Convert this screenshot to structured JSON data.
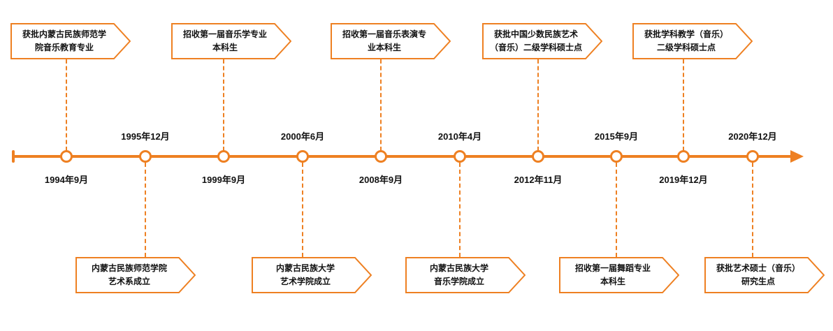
{
  "diagram": {
    "type": "timeline",
    "orientation": "horizontal",
    "accent_color": "#EE8022",
    "banner_fill": "#ffffff",
    "text_color": "#111111"
  },
  "timeline": {
    "events": [
      {
        "date": "1994年9月",
        "side": "top",
        "label": "获批内蒙古民族师范学\n院音乐教育专业"
      },
      {
        "date": "1995年12月",
        "side": "bottom",
        "label": "内蒙古民族师范学院\n艺术系成立"
      },
      {
        "date": "1999年9月",
        "side": "top",
        "label": "招收第一届音乐学专业\n本科生"
      },
      {
        "date": "2000年6月",
        "side": "bottom",
        "label": "内蒙古民族大学\n艺术学院成立"
      },
      {
        "date": "2008年9月",
        "side": "top",
        "label": "招收第一届音乐表演专\n业本科生"
      },
      {
        "date": "2010年4月",
        "side": "bottom",
        "label": "内蒙古民族大学\n音乐学院成立"
      },
      {
        "date": "2012年11月",
        "side": "top",
        "label": "获批中国少数民族艺术\n（音乐）二级学科硕士点"
      },
      {
        "date": "2015年9月",
        "side": "bottom",
        "label": "招收第一届舞蹈专业\n本科生"
      },
      {
        "date": "2019年12月",
        "side": "top",
        "label": "获批学科教学（音乐）\n二级学科硕士点"
      },
      {
        "date": "2020年12月",
        "side": "bottom",
        "label": "获批艺术硕士（音乐）\n研究生点"
      }
    ]
  }
}
